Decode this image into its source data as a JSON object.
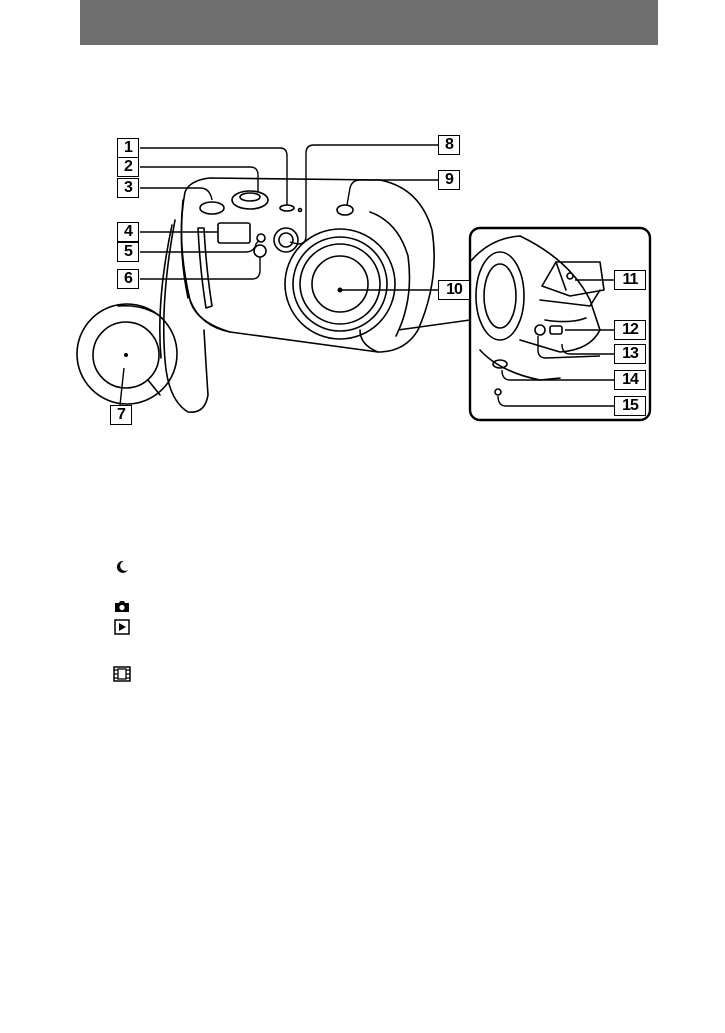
{
  "callouts": {
    "n1": "1",
    "n2": "2",
    "n3": "3",
    "n4": "4",
    "n5": "5",
    "n6": "6",
    "n7": "7",
    "n8": "8",
    "n9": "9",
    "n10": "10",
    "n11": "11",
    "n12": "12",
    "n13": "13",
    "n14": "14",
    "n15": "15"
  },
  "icons": {
    "twilight": "moon-icon",
    "still": "camera-icon",
    "playback": "play-icon",
    "movie": "film-icon"
  },
  "colors": {
    "header": "#6e6e6e",
    "line": "#000000"
  }
}
